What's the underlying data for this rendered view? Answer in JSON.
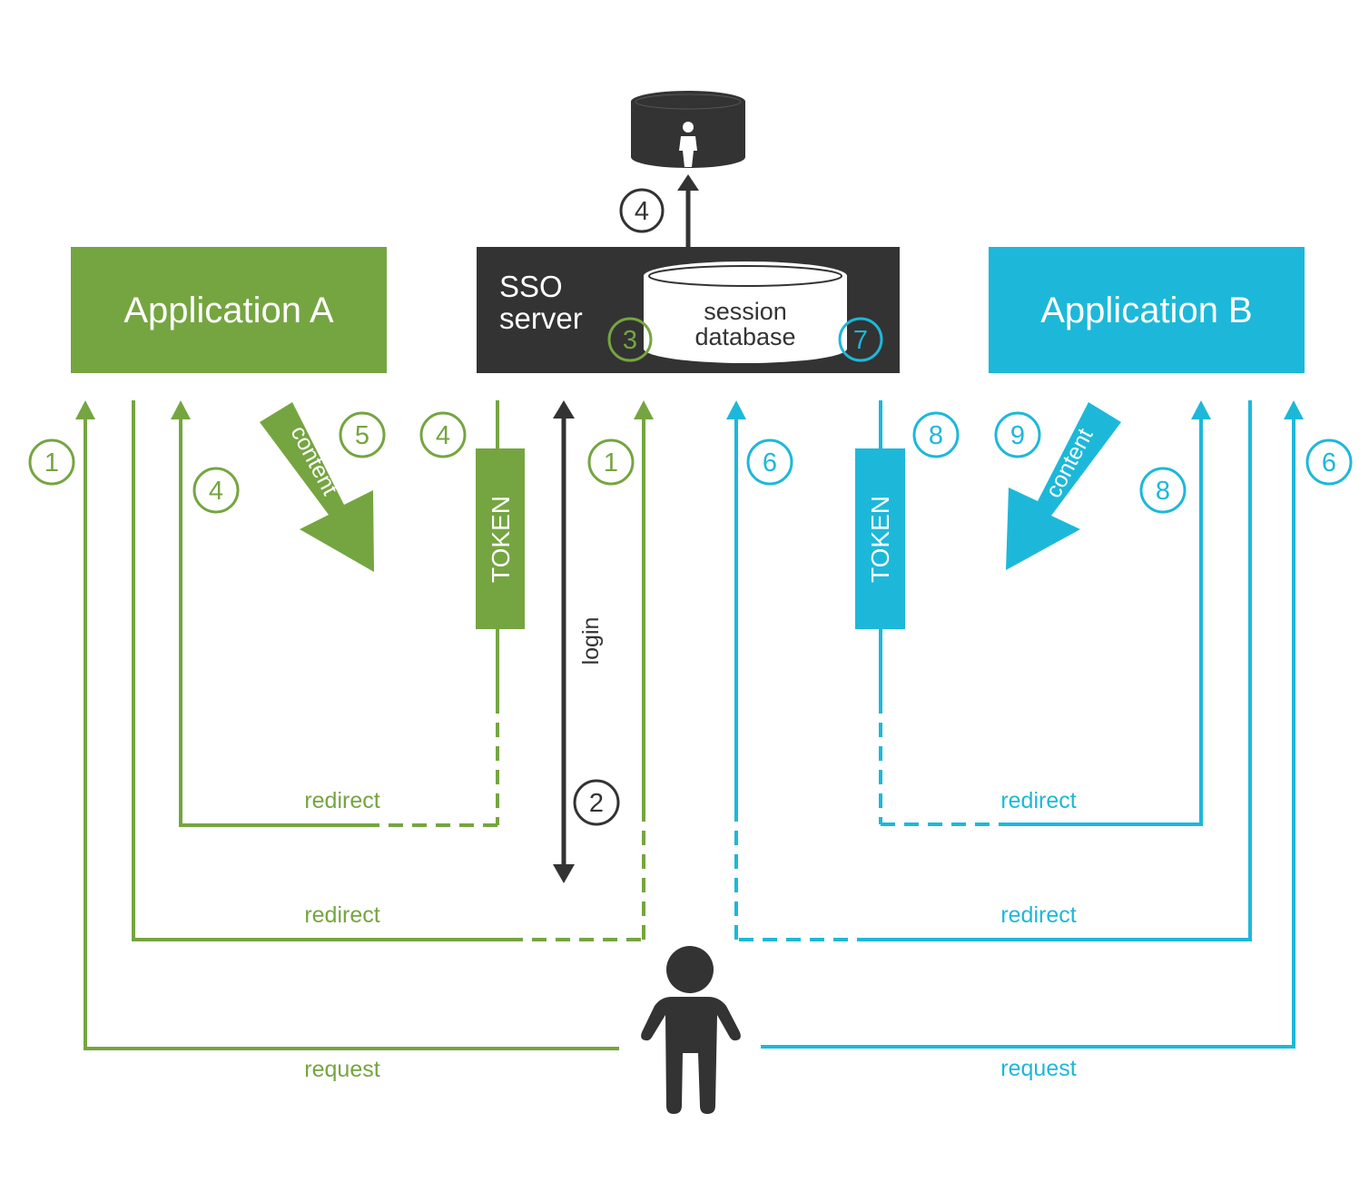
{
  "colors": {
    "green": "#75a541",
    "blue": "#1db8d9",
    "dark": "#333333",
    "white": "#ffffff"
  },
  "nodes": {
    "app_a": "Application A",
    "app_b": "Application B",
    "sso_line1": "SSO",
    "sso_line2": "server",
    "db_line1": "session",
    "db_line2": "database"
  },
  "icons": {
    "user_db": "user-database-icon",
    "user": "user-icon"
  },
  "tokens": {
    "a": "TOKEN",
    "b": "TOKEN"
  },
  "arrow_labels": {
    "content_a": "content",
    "content_b": "content",
    "login": "login"
  },
  "flow_labels": {
    "redirect_a1": "redirect",
    "redirect_a2": "redirect",
    "request_a": "request",
    "redirect_b1": "redirect",
    "redirect_b2": "redirect",
    "request_b": "request"
  },
  "steps": {
    "sso_db": "4",
    "login_step": "2",
    "db_green": "3",
    "db_blue": "7",
    "a_request": "1",
    "a_redirect_back": "4",
    "a_content": "5",
    "a_token": "4",
    "a_to_sso": "1",
    "b_to_sso": "6",
    "b_token": "8",
    "b_content": "9",
    "b_redirect_back": "8",
    "b_request": "6"
  }
}
